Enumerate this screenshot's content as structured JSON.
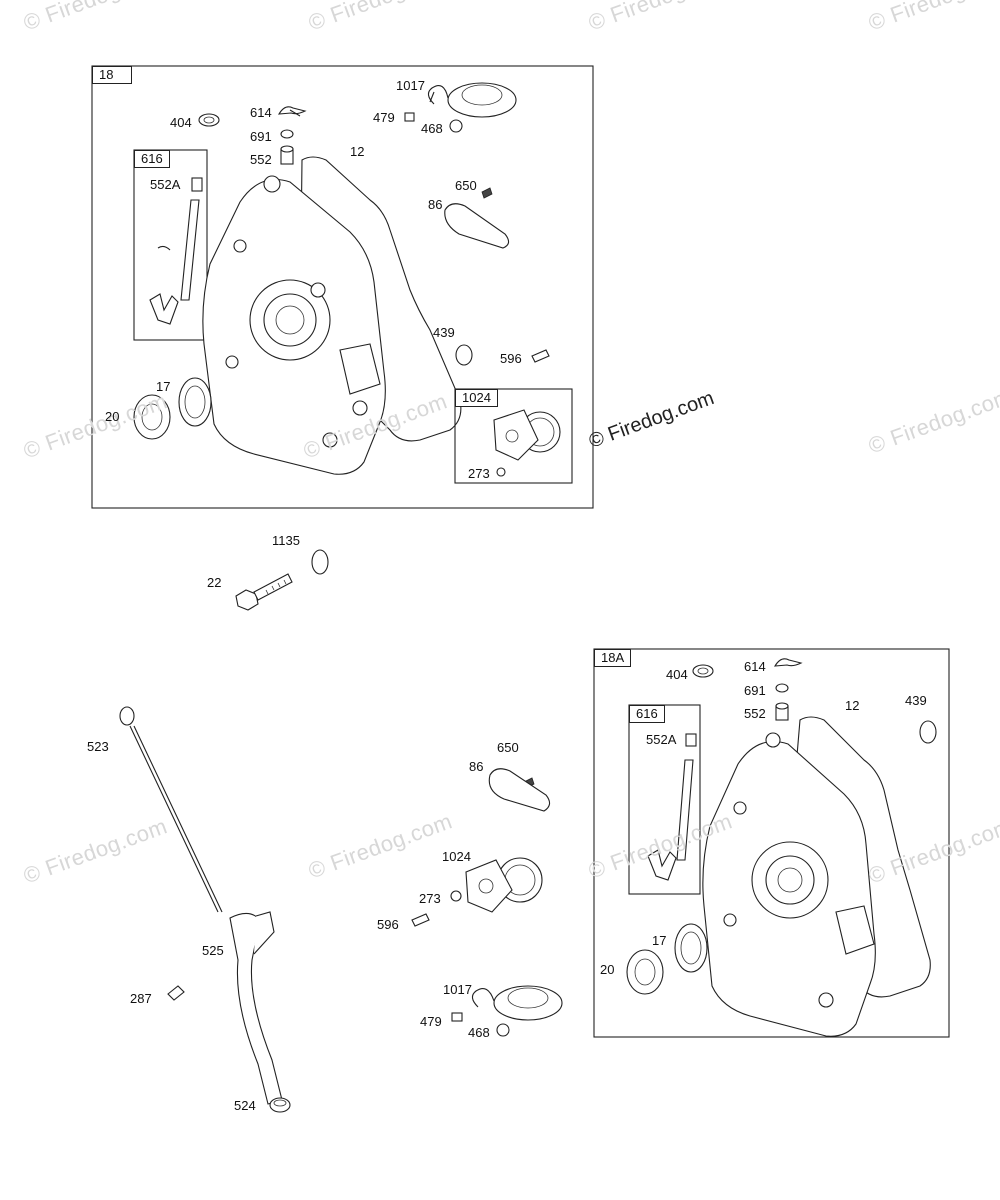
{
  "watermarks": {
    "repeat": "© Firedog.com",
    "main": "© Firedog.com"
  },
  "groups": {
    "g18": "18",
    "g616a": "616",
    "g1024": "1024",
    "g18a": "18A",
    "g616b": "616"
  },
  "labels": {
    "a404": "404",
    "a614": "614",
    "a691": "691",
    "a552": "552",
    "a12": "12",
    "a1017": "1017",
    "a479": "479",
    "a468": "468",
    "a552A": "552A",
    "a650": "650",
    "a86": "86",
    "a439": "439",
    "a596": "596",
    "a17": "17",
    "a20": "20",
    "a273": "273",
    "b1135": "1135",
    "b22": "22",
    "c523": "523",
    "c525": "525",
    "c287": "287",
    "c524": "524",
    "d650": "650",
    "d86": "86",
    "d1024": "1024",
    "d273": "273",
    "d596": "596",
    "d1017": "1017",
    "d479": "479",
    "d468": "468",
    "e404": "404",
    "e614": "614",
    "e691": "691",
    "e552": "552",
    "e12": "12",
    "e439": "439",
    "e552A": "552A",
    "e17": "17",
    "e20": "20"
  },
  "icons": {
    "cover": "crankcase-cover-illustration",
    "gasket": "gasket-illustration",
    "oil_pump": "oil-pump-illustration",
    "dipstick": "dipstick-illustration",
    "tube": "dipstick-tube-illustration"
  }
}
